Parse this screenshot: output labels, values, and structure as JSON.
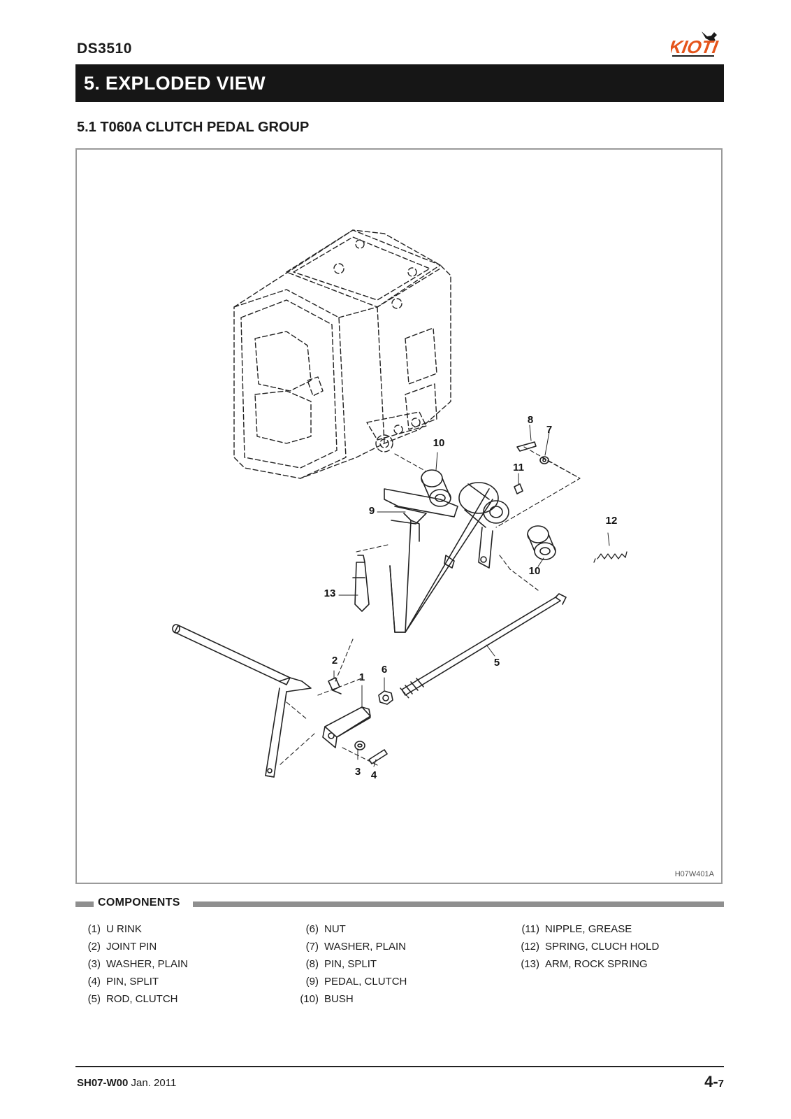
{
  "header": {
    "model": "DS3510",
    "logo_text": "KIOTI",
    "brand_color": "#e5541b"
  },
  "section": {
    "title": "5. EXPLODED VIEW",
    "subtitle": "5.1  T060A CLUTCH PEDAL GROUP"
  },
  "diagram": {
    "figure_code": "H07W401A",
    "callouts": [
      "8",
      "7",
      "10",
      "11",
      "9",
      "12",
      "10",
      "13",
      "2",
      "6",
      "5",
      "1",
      "3",
      "4"
    ]
  },
  "components": {
    "heading": "COMPONENTS",
    "columns": [
      [
        {
          "num": "(1)",
          "name": "U RINK"
        },
        {
          "num": "(2)",
          "name": "JOINT PIN"
        },
        {
          "num": "(3)",
          "name": "WASHER, PLAIN"
        },
        {
          "num": "(4)",
          "name": "PIN, SPLIT"
        },
        {
          "num": "(5)",
          "name": "ROD, CLUTCH"
        }
      ],
      [
        {
          "num": "(6)",
          "name": "NUT"
        },
        {
          "num": "(7)",
          "name": "WASHER, PLAIN"
        },
        {
          "num": "(8)",
          "name": "PIN, SPLIT"
        },
        {
          "num": "(9)",
          "name": "PEDAL, CLUTCH"
        },
        {
          "num": "(10)",
          "name": "BUSH"
        }
      ],
      [
        {
          "num": "(11)",
          "name": "NIPPLE, GREASE"
        },
        {
          "num": "(12)",
          "name": "SPRING, CLUCH HOLD"
        },
        {
          "num": "(13)",
          "name": "ARM, ROCK SPRING"
        }
      ]
    ]
  },
  "footer": {
    "doc_code": "SH07-W00",
    "date": "Jan. 2011",
    "page_major": "4-",
    "page_minor": "7"
  }
}
